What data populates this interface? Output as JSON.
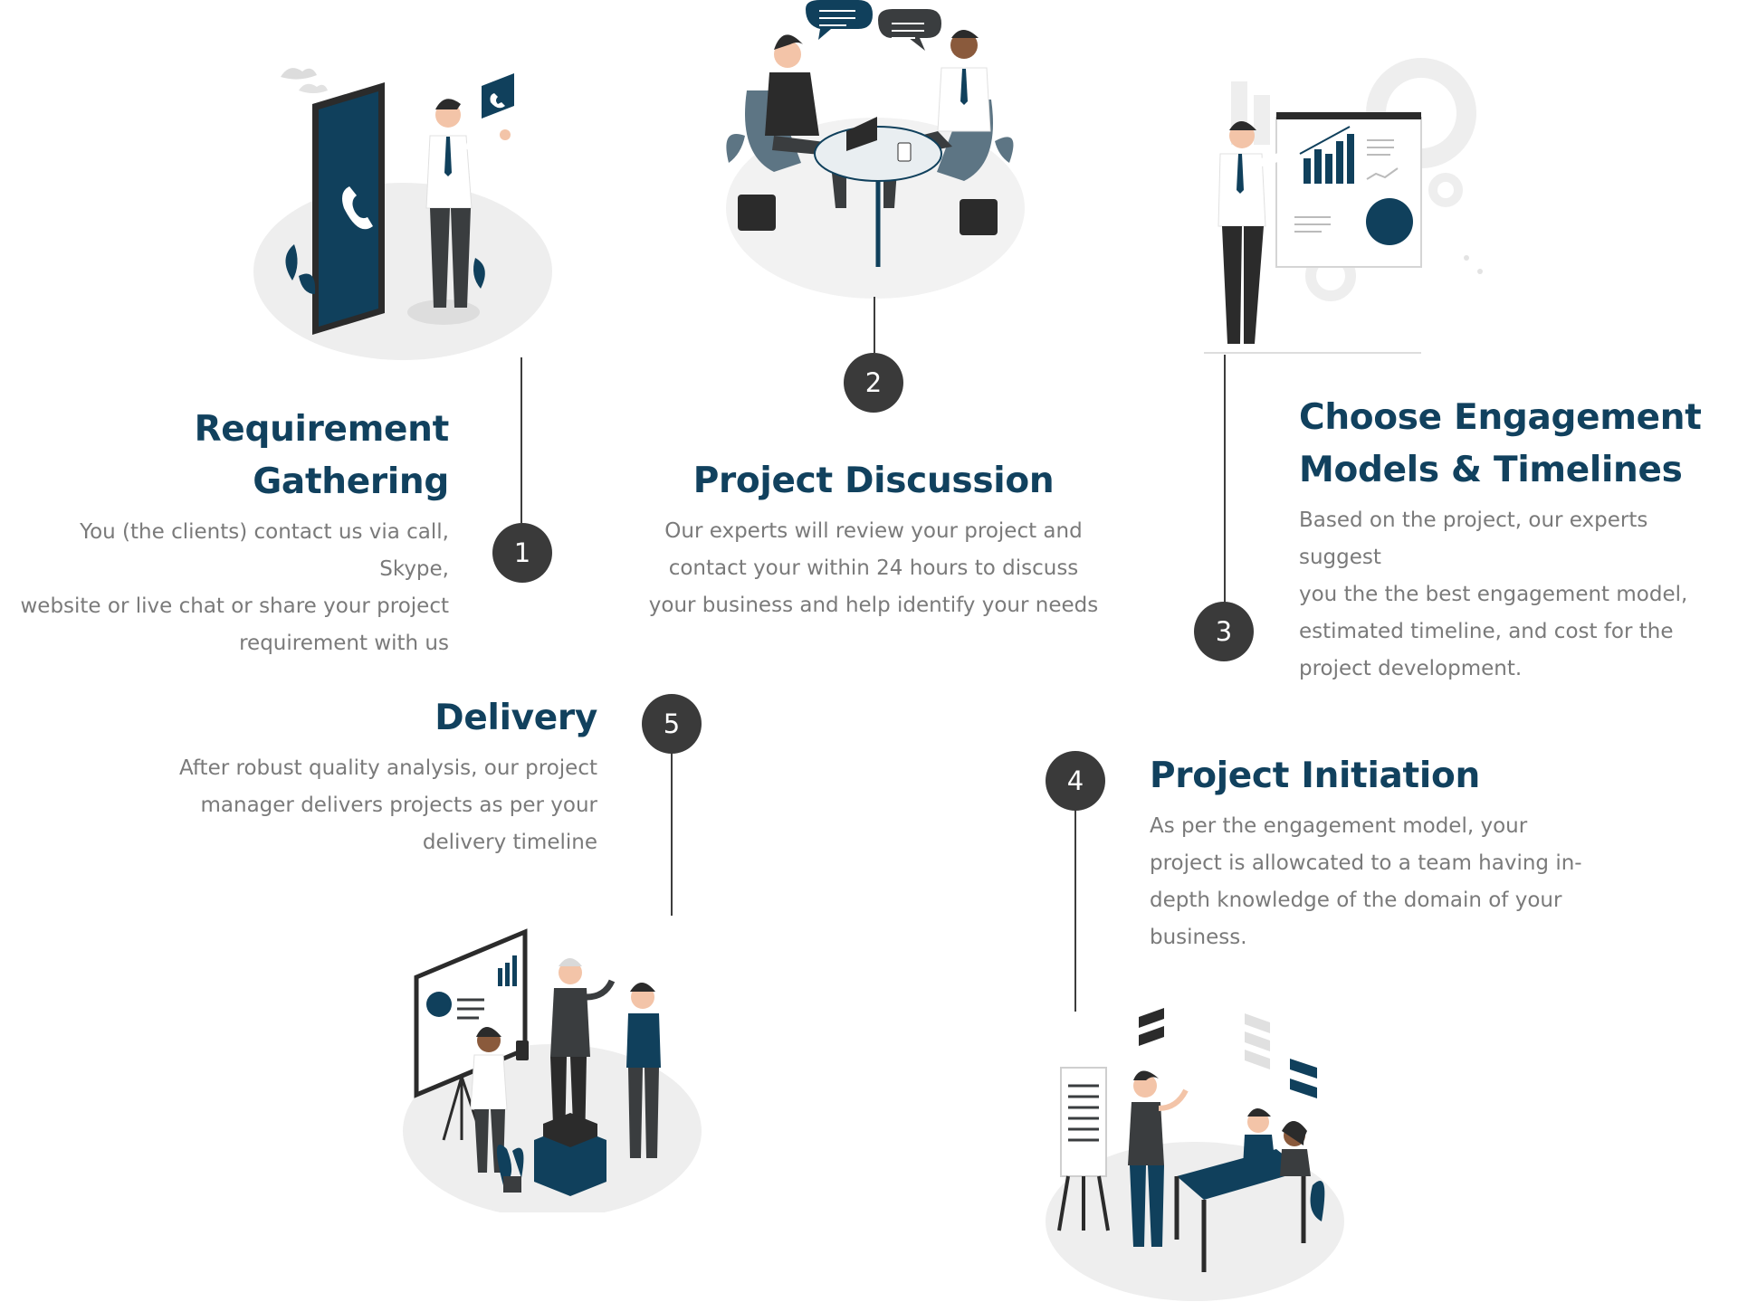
{
  "steps": [
    {
      "number": "1",
      "title": "Requirement Gathering",
      "lines": [
        "You (the clients) contact us via call, Skype,",
        "website or live chat or share your project",
        "requirement with us"
      ]
    },
    {
      "number": "2",
      "title": "Project Discussion",
      "lines": [
        "Our experts will review your project  and",
        "contact your within 24 hours to discuss",
        "your business and help identify your needs"
      ]
    },
    {
      "number": "3",
      "title_lines": [
        "Choose Engagement",
        "Models & Timelines"
      ],
      "lines": [
        "Based on the project, our experts suggest",
        "you the the best engagement model,",
        "estimated timeline, and cost for the",
        "project development."
      ]
    },
    {
      "number": "4",
      "title": "Project Initiation",
      "lines": [
        "As per the engagement model, your",
        "project is allowcated to a team having in-",
        "depth knowledge of the domain of your",
        "business."
      ]
    },
    {
      "number": "5",
      "title": "Delivery",
      "lines": [
        "After robust quality analysis, our project",
        "manager delivers projects as per your",
        "delivery timeline"
      ]
    }
  ],
  "colors": {
    "title": "#11415e",
    "text": "#7a7a7a",
    "badge": "#3a3a3a",
    "accent": "#10405c",
    "platform": "#efefef"
  },
  "illustrations": [
    "phone-call-illustration",
    "meeting-table-illustration",
    "presentation-board-illustration",
    "team-desk-illustration",
    "delivery-presentation-illustration"
  ]
}
